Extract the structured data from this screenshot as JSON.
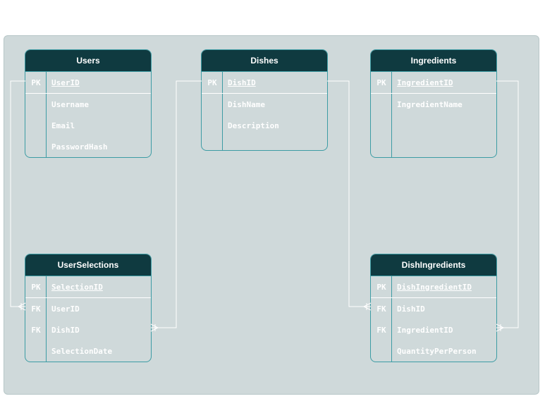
{
  "entities": {
    "users": {
      "name": "Users",
      "rows": [
        {
          "key": "PK",
          "field": "UserID"
        },
        {
          "key": "",
          "field": "Username"
        },
        {
          "key": "",
          "field": "Email"
        },
        {
          "key": "",
          "field": "PasswordHash"
        }
      ]
    },
    "dishes": {
      "name": "Dishes",
      "rows": [
        {
          "key": "PK",
          "field": "DishID"
        },
        {
          "key": "",
          "field": "DishName"
        },
        {
          "key": "",
          "field": "Description"
        }
      ]
    },
    "ingredients": {
      "name": "Ingredients",
      "rows": [
        {
          "key": "PK",
          "field": "IngredientID"
        },
        {
          "key": "",
          "field": "IngredientName"
        }
      ]
    },
    "user_selections": {
      "name": "UserSelections",
      "rows": [
        {
          "key": "PK",
          "field": "SelectionID"
        },
        {
          "key": "FK",
          "field": "UserID"
        },
        {
          "key": "FK",
          "field": "DishID"
        },
        {
          "key": "",
          "field": "SelectionDate"
        }
      ]
    },
    "dish_ingredients": {
      "name": "DishIngredients",
      "rows": [
        {
          "key": "PK",
          "field": "DishIngredientID"
        },
        {
          "key": "FK",
          "field": "DishID"
        },
        {
          "key": "FK",
          "field": "IngredientID"
        },
        {
          "key": "",
          "field": "QuantityPerPerson"
        }
      ]
    }
  },
  "relationships": [
    {
      "from": "Users.UserID",
      "to": "UserSelections.UserID",
      "cardinality": "one-to-many"
    },
    {
      "from": "Dishes.DishID",
      "to": "UserSelections.DishID",
      "cardinality": "one-to-many"
    },
    {
      "from": "Dishes.DishID",
      "to": "DishIngredients.DishID",
      "cardinality": "one-to-many"
    },
    {
      "from": "Ingredients.IngredientID",
      "to": "DishIngredients.IngredientID",
      "cardinality": "one-to-many"
    }
  ],
  "colors": {
    "canvas": "#cfd9da",
    "header": "#0f3a40",
    "border": "#3d9ca4",
    "text": "#ffffff"
  }
}
